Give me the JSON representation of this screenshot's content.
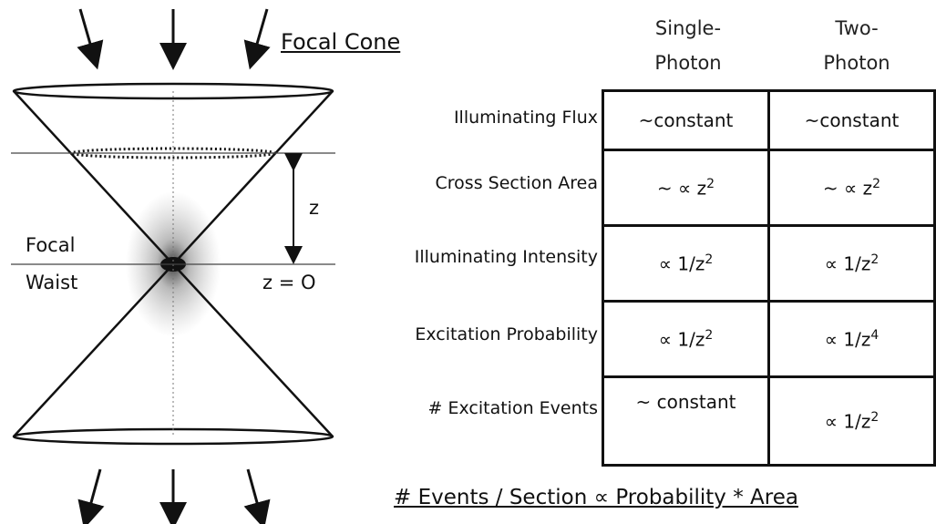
{
  "diagram": {
    "title": "Focal Cone",
    "labels": {
      "z": "z",
      "focal": "Focal",
      "waist": "Waist",
      "z_zero": "z = O"
    },
    "columns": [
      {
        "line1": "Single-",
        "line2": "Photon"
      },
      {
        "line1": "Two-",
        "line2": "Photon"
      }
    ],
    "rows": [
      {
        "label": "Illuminating Flux",
        "single": "~constant",
        "two": "~constant"
      },
      {
        "label": "Cross Section Area",
        "single": "~ ∝ z",
        "single_exp": "2",
        "two": "~ ∝ z",
        "two_exp": "2"
      },
      {
        "label": "Illuminating Intensity",
        "single": "∝ 1/z",
        "single_exp": "2",
        "two": "∝ 1/z",
        "two_exp": "2"
      },
      {
        "label": "Excitation Probability",
        "single": "∝ 1/z",
        "single_exp": "2",
        "two": "∝ 1/z",
        "two_exp": "4"
      },
      {
        "label": "# Excitation Events",
        "single": "~ constant",
        "two": "∝ 1/z",
        "two_exp": "2"
      }
    ],
    "formula": "# Events / Section  ∝  Probability * Area"
  }
}
